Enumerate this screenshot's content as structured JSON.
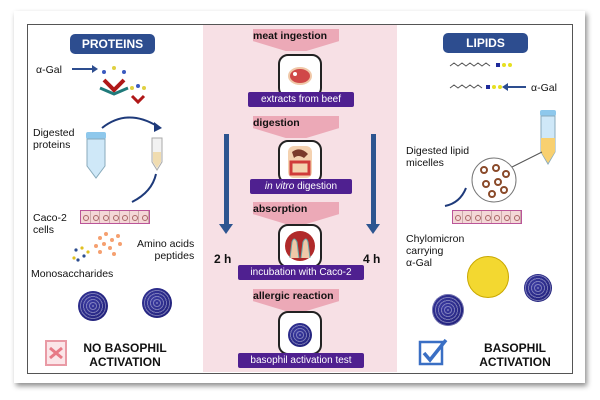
{
  "left_panel": {
    "title": "PROTEINS",
    "labels": {
      "alpha_gal": "α-Gal",
      "digested_proteins": "Digested\nproteins",
      "caco2": "Caco-2\ncells",
      "amino_acids": "Amino acids\npeptides",
      "monosaccharides": "Monosaccharides"
    },
    "result": "NO BASOPHIL\nACTIVATION",
    "result_icon": "x-box-icon"
  },
  "center_panel": {
    "steps": [
      {
        "title": "meat ingestion",
        "icon": "steak-icon",
        "caption": "extracts from beef"
      },
      {
        "title": "digestion",
        "icon": "digestive-system-icon",
        "caption_italic": "in vitro",
        "caption": " digestion"
      },
      {
        "title": "absorption",
        "icon": "intestinal-villi-icon",
        "caption": "incubation with Caco-2"
      },
      {
        "title": "allergic reaction",
        "icon": "basophil-icon",
        "caption": "basophil activation test"
      }
    ],
    "time_left": "2 h",
    "time_right": "4 h"
  },
  "right_panel": {
    "title": "LIPIDS",
    "labels": {
      "alpha_gal": "α-Gal",
      "micelles": "Digested lipid\nmicelles",
      "chylomicron": "Chylomicron\ncarrying\nα-Gal"
    },
    "result": "BASOPHIL\nACTIVATION",
    "result_icon": "checkbox-checked-icon"
  },
  "colors": {
    "header_blue": "#2d4d8f",
    "step_purple": "#4f2090",
    "step_pink": "#eca9b7",
    "center_bg": "#f7e0e5",
    "arrow_blue": "#2d5590",
    "x_red": "#e77a86",
    "check_blue": "#3a6fc4"
  }
}
